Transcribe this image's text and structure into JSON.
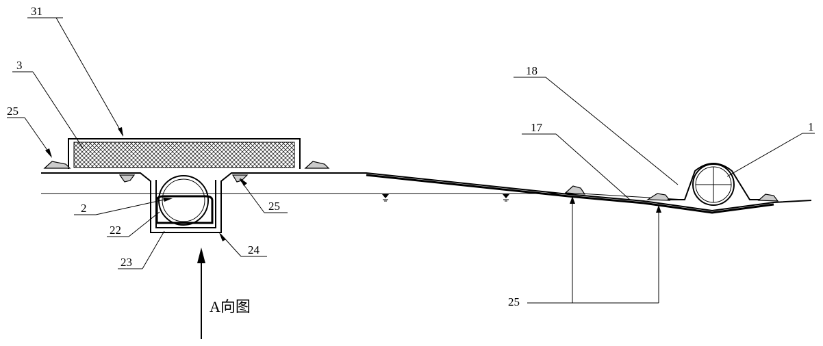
{
  "labels": {
    "l31": "31",
    "l3": "3",
    "l25_left": "25",
    "l2": "2",
    "l22": "22",
    "l23": "23",
    "l24": "24",
    "l25_mid": "25",
    "l18": "18",
    "l17": "17",
    "l1": "1",
    "l25_bottom": "25"
  },
  "caption": "A向图"
}
